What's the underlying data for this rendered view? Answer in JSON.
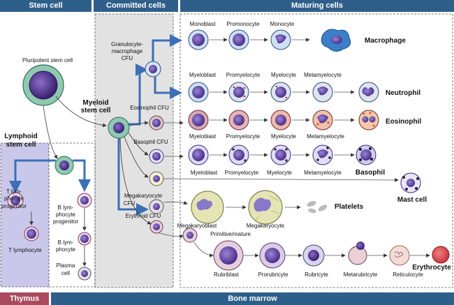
{
  "headers": {
    "stem": "Stem cell",
    "committed": "Committed cells",
    "maturing": "Maturing cells"
  },
  "footers": {
    "thymus": "Thymus",
    "marrow": "Bone marrow"
  },
  "labels": {
    "pluripotent": "Pluripotent stem cell",
    "myeloid_1": "Myeloid",
    "myeloid_2": "stem cell",
    "lymphoid_1": "Lymphoid",
    "lymphoid_2": "stem cell",
    "gm_cfu_1": "Granulocyte-",
    "gm_cfu_2": "macrophage",
    "gm_cfu_3": "CFU",
    "eos_cfu": "Eosinophil CFU",
    "baso_cfu": "Basophil CFU",
    "mega_cfu_1": "Megakaryocyte",
    "mega_cfu_2": "CFU",
    "ery_cfu": "Erythroid CFU",
    "t_prog_1": "T lym-",
    "t_prog_2": "phocyte",
    "t_prog_3": "progenitor",
    "t_lymph": "T lymphocyte",
    "b_prog_1": "B lym-",
    "b_prog_2": "phocyte",
    "b_prog_3": "progenitor",
    "b_lymph_1": "B lym-",
    "b_lymph_2": "phocyte",
    "plasma_1": "Plasma",
    "plasma_2": "cell",
    "monoblast": "Monoblast",
    "promonocyte": "Promonocyte",
    "monocyte": "Monocyte",
    "macrophage": "Macrophage",
    "n_myeloblast": "Myeloblast",
    "n_promyelocyte": "Promyelocyte",
    "n_myelocyte": "Myelocyte",
    "n_metamyelocyte": "Metamyelocyte",
    "neutrophil": "Neutrophil",
    "e_myeloblast": "Myeloblast",
    "e_promyelocyte": "Promyelocyte",
    "e_myelocyte": "Myelocyte",
    "e_metamyelocyte": "Metamyelocyte",
    "eosinophil": "Eosinophil",
    "b_myeloblast": "Myeloblast",
    "b_promyelocyte": "Promyelocyte",
    "b_myelocyte": "Myelocyte",
    "b_metamyelocyte": "Metamyelocyte",
    "basophil": "Basophil",
    "mast_cell": "Mast cell",
    "megakaryoblast": "Megakaryoblast",
    "megakaryocyte": "Megakaryocyte",
    "platelets": "Platelets",
    "primitive_mature": "Primitive/mature",
    "rubriblast": "Rubriblast",
    "prorubricyte": "Prorubricyte",
    "rubricyte": "Rubricyte",
    "metarubricyte": "Metarubricyte",
    "reticulocyte": "Reticulocyte",
    "erythrocyte": "Erythrocyte"
  },
  "colors": {
    "header_bg": "#2e5f8a",
    "thymus_bg": "#a94a5e",
    "marrow_bg": "#2e5f8a",
    "thymus_region": "#c9c8ea",
    "committed_region": "#e2e2e2",
    "arrow_blue": "#3b6fb6"
  }
}
